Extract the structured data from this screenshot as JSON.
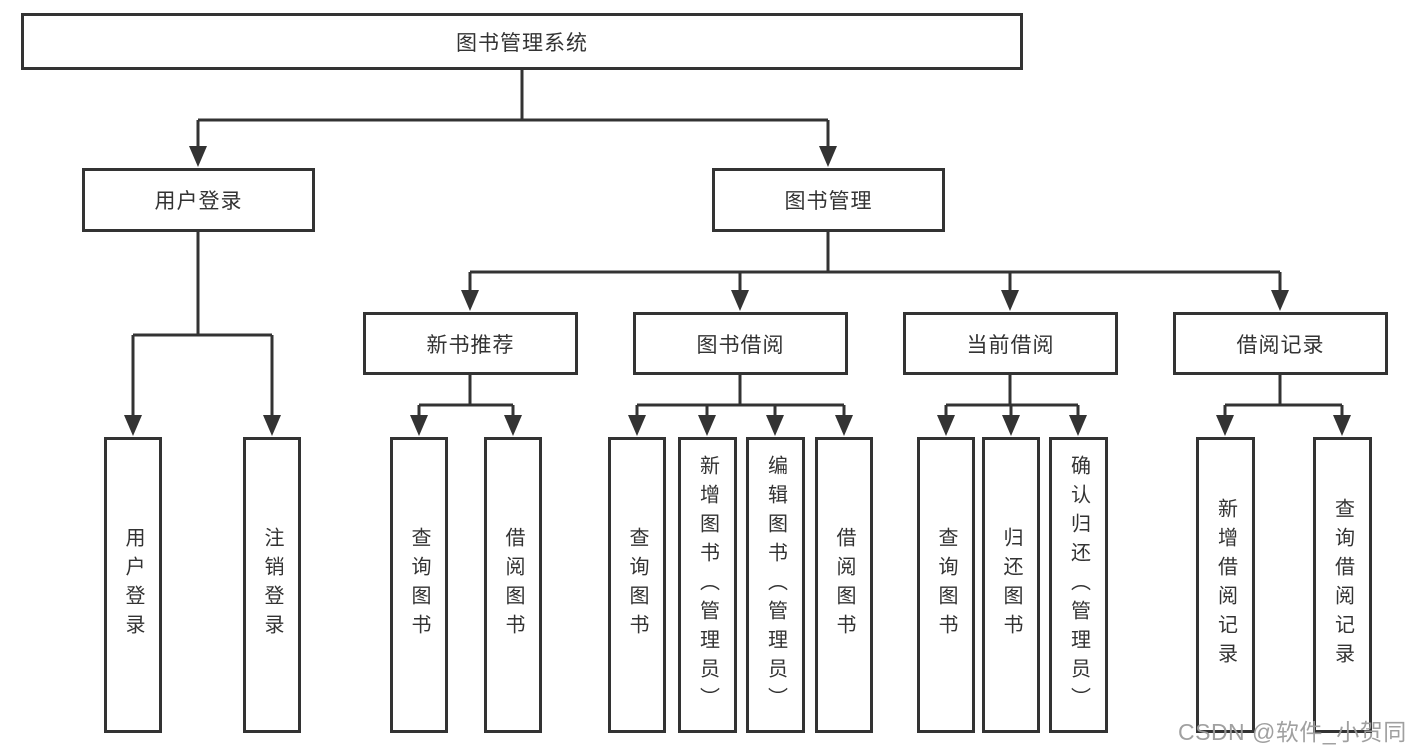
{
  "diagram": {
    "title": "图书管理系统",
    "colors": {
      "line": "#333333",
      "text": "#333333",
      "box_background": "#ffffff",
      "watermark_gray": "#9b9b9b"
    },
    "tree": {
      "root": {
        "label": "图书管理系统"
      },
      "branches": [
        {
          "label": "用户登录",
          "children": [
            {
              "label": "用户登录"
            },
            {
              "label": "注销登录"
            }
          ]
        },
        {
          "label": "图书管理",
          "children": [
            {
              "label": "新书推荐",
              "children": [
                {
                  "label": "查询图书"
                },
                {
                  "label": "借阅图书"
                }
              ]
            },
            {
              "label": "图书借阅",
              "children": [
                {
                  "label": "查询图书"
                },
                {
                  "label": "新增图书（管理员）"
                },
                {
                  "label": "编辑图书（管理员）"
                },
                {
                  "label": "借阅图书"
                }
              ]
            },
            {
              "label": "当前借阅",
              "children": [
                {
                  "label": "查询图书"
                },
                {
                  "label": "归还图书"
                },
                {
                  "label": "确认归还（管理员）"
                }
              ]
            },
            {
              "label": "借阅记录",
              "children": [
                {
                  "label": "新增借阅记录"
                },
                {
                  "label": "查询借阅记录"
                }
              ]
            }
          ]
        }
      ]
    },
    "watermark": "CSDN @软件_小贺同学"
  }
}
